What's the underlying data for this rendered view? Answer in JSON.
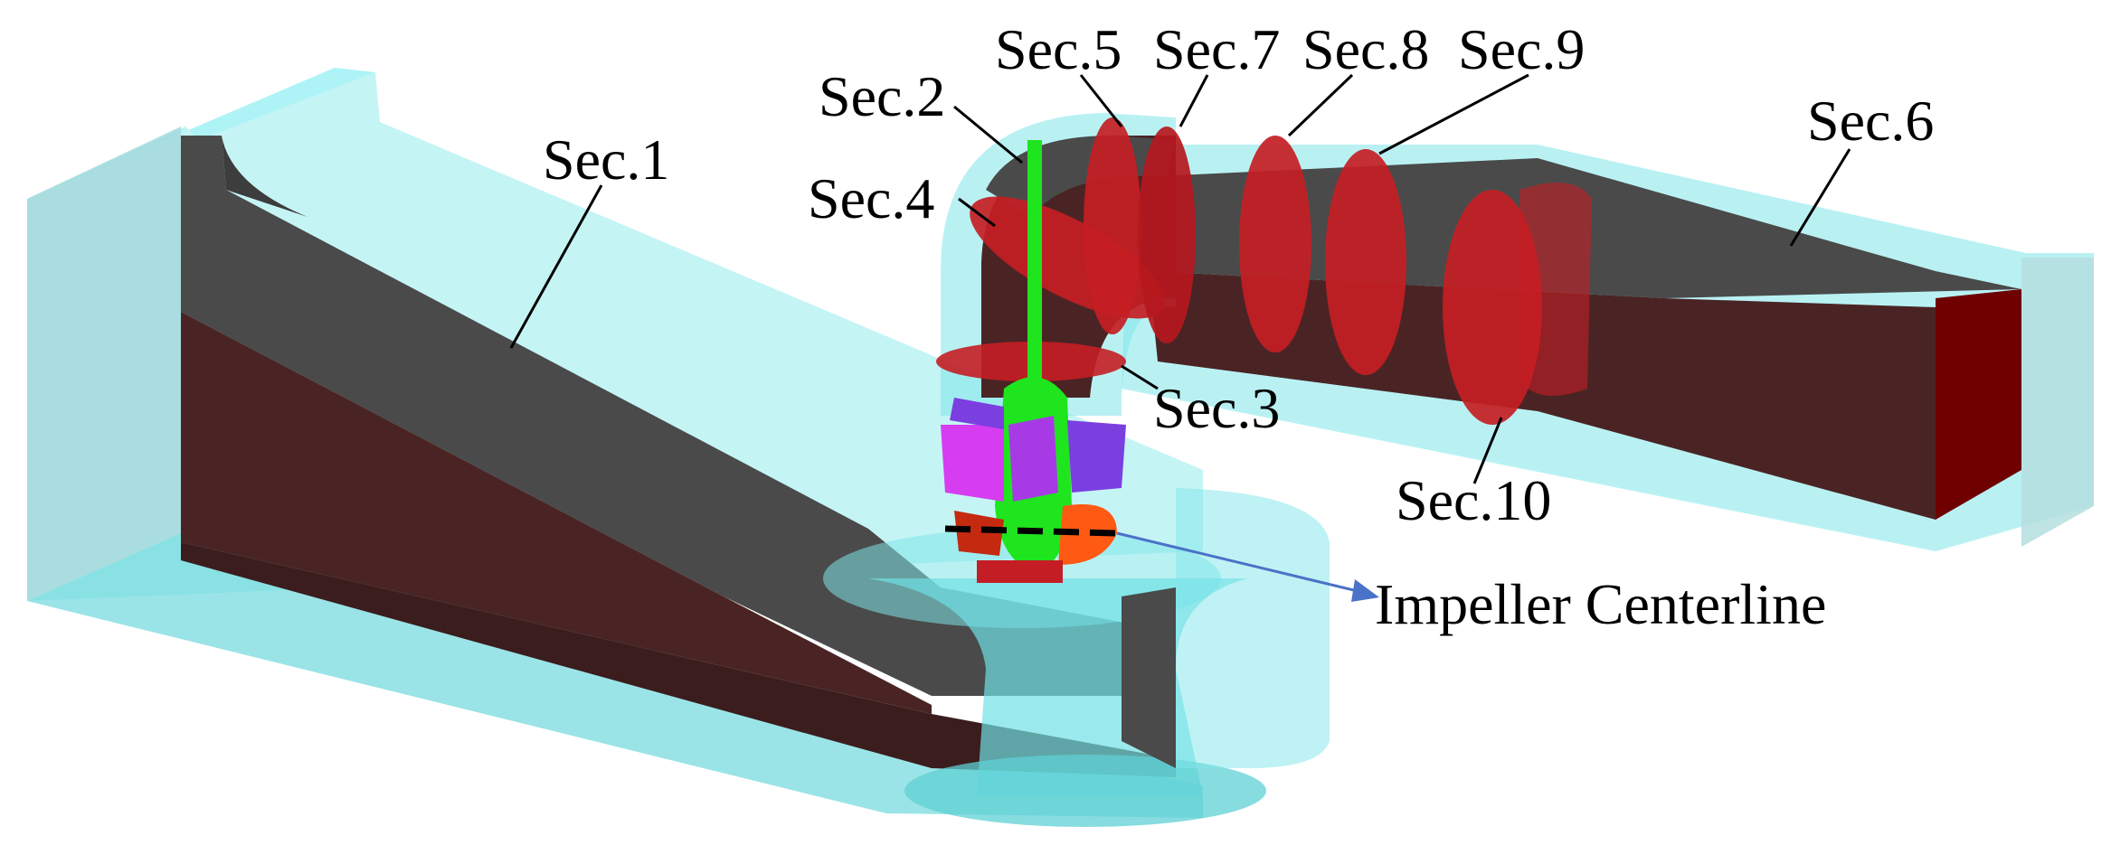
{
  "colors": {
    "water": "#7fe6e9",
    "water_dark": "#5fcfd3",
    "water_edge": "#3fb7bd",
    "wall_top": "#4a4a4a",
    "wall_side": "#4a2424",
    "section_red": "#c41e24",
    "section_dark": "#8e0f14",
    "shaft_green": "#1ee51e",
    "guide_purple": "#7b3fe0",
    "guide_magenta": "#d63cf0",
    "impeller_orange": "#ff5a14",
    "arrow_blue": "#4a72c8"
  },
  "labels": {
    "sec1": "Sec.1",
    "sec2": "Sec.2",
    "sec3": "Sec.3",
    "sec4": "Sec.4",
    "sec5": "Sec.5",
    "sec6": "Sec.6",
    "sec7": "Sec.7",
    "sec8": "Sec.8",
    "sec9": "Sec.9",
    "sec10": "Sec.10",
    "impeller_centerline": "Impeller Centerline"
  }
}
